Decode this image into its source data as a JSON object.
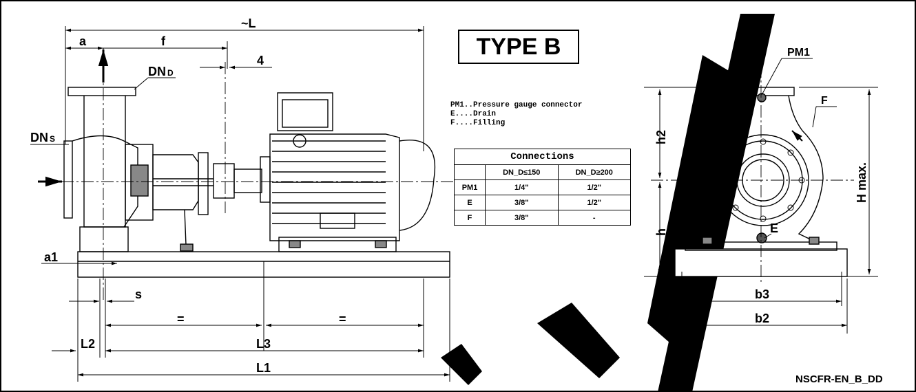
{
  "drawing": {
    "type_label": "TYPE B",
    "legend": [
      "PM1..Pressure gauge connector",
      "E....Drain",
      "F....Filling"
    ],
    "table": {
      "title": "Connections",
      "header": [
        "",
        "DN_D≤150",
        "DN_D≥200"
      ],
      "rows": [
        [
          "PM1",
          "1/4\"",
          "1/2\""
        ],
        [
          "E",
          "3/8\"",
          "1/2\""
        ],
        [
          "F",
          "3/8\"",
          "-"
        ]
      ]
    },
    "code": "NSCFR-EN_B_DD",
    "dims": {
      "L": "~L",
      "a": "a",
      "f": "f",
      "four": "4",
      "dnd": "DN",
      "dnd_sub": "D",
      "dns": "DN",
      "dns_sub": "S",
      "a1": "a1",
      "s": "s",
      "eq1": "=",
      "eq2": "=",
      "L2": "L2",
      "L3": "L3",
      "L1": "L1",
      "PM1": "PM1",
      "F": "F",
      "E": "E",
      "h2": "h2",
      "h": "h",
      "Hmax": "H max.",
      "b3": "b3",
      "b2": "b2"
    }
  }
}
